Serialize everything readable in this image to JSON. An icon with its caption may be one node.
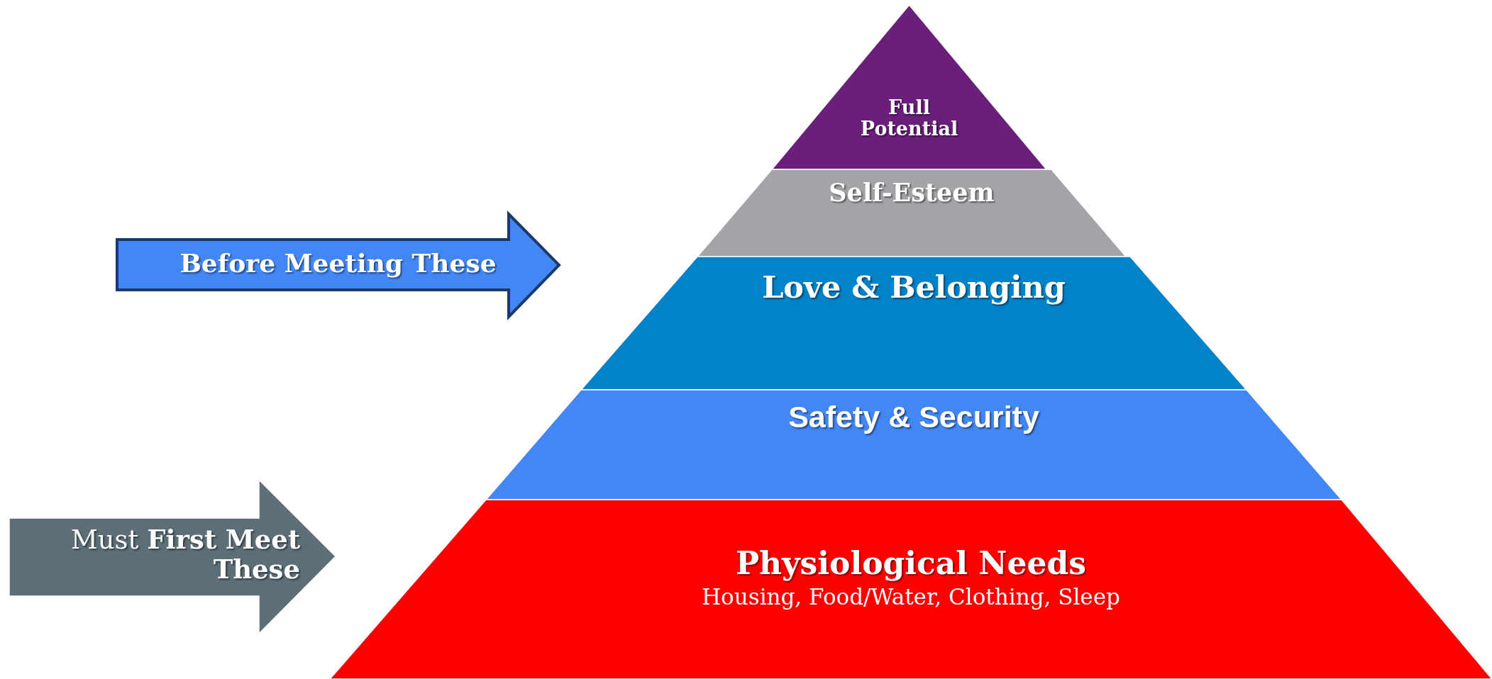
{
  "diagram": {
    "nodes": [
      {
        "text": [
          "Full Potential"
        ]
      },
      {
        "text": [
          "Self-Esteem"
        ]
      },
      {
        "text": [
          "Love & Belonging"
        ]
      },
      {
        "text": [
          "Safety & Security"
        ]
      },
      {
        "text": [
          "Physiological Needs",
          "Housing, Food/Water, Clothing, Sleep"
        ]
      },
      {
        "text": [
          "Before Meeting These"
        ]
      },
      {
        "text": [
          "Must **First Meet These**"
        ]
      }
    ]
  }
}
